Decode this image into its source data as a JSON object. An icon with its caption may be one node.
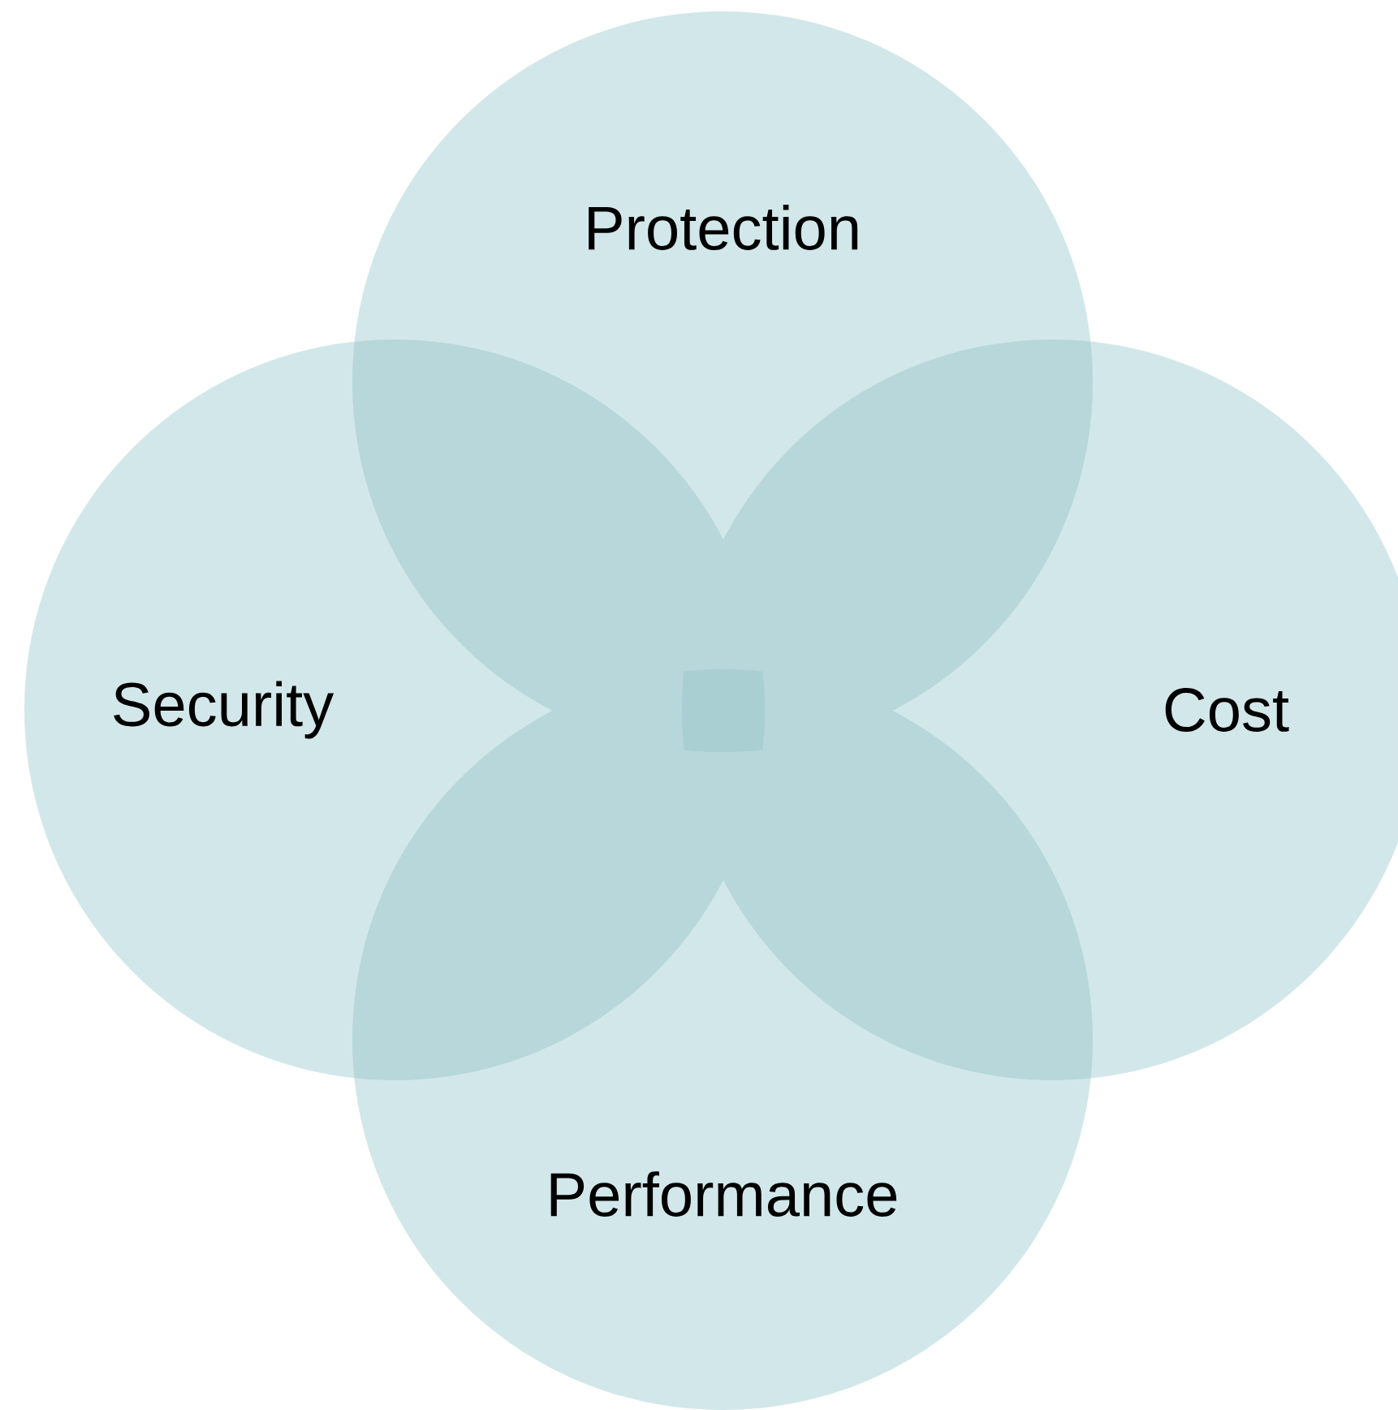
{
  "diagram": {
    "nodes": [
      {
        "text": [
          "Protection"
        ]
      },
      {
        "text": [
          "Security"
        ]
      },
      {
        "text": [
          "Cost"
        ]
      },
      {
        "text": [
          "Performance"
        ]
      }
    ]
  }
}
